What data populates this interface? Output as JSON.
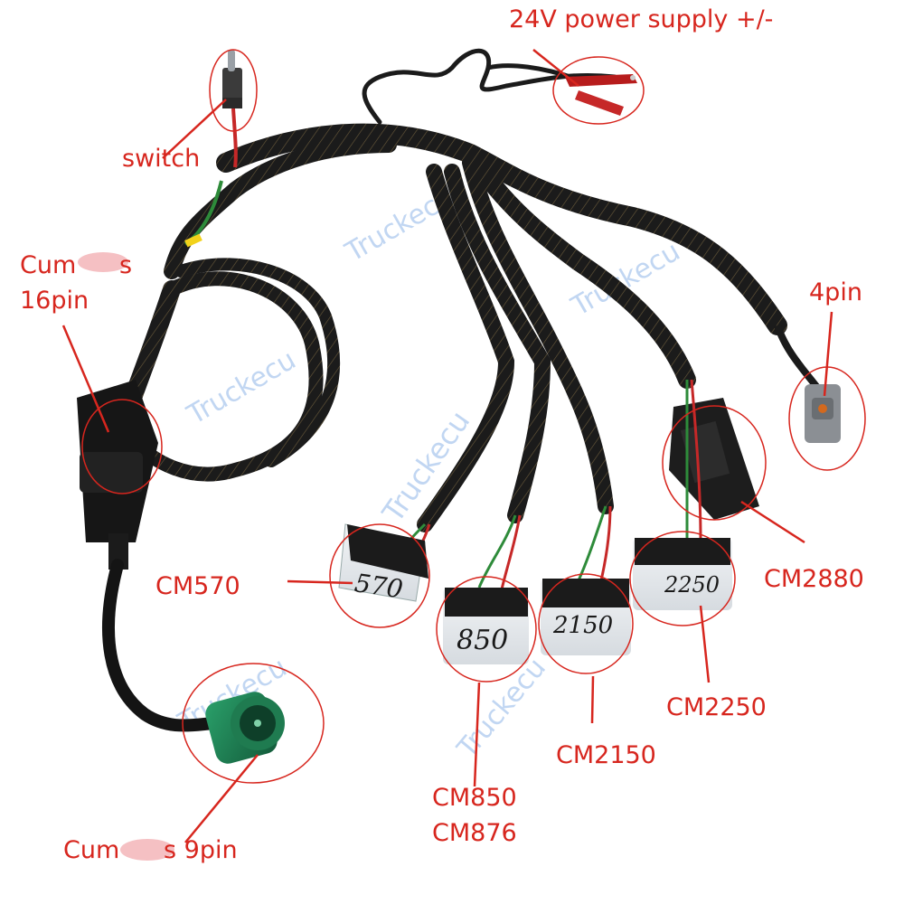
{
  "labels": {
    "power": "24V power supply +/-",
    "switch": "switch",
    "cummins16_line1": "Cum",
    "cummins16_line1b": "s",
    "cummins16_line2": "16pin",
    "pin4": "4pin",
    "cm570": "CM570",
    "cm2880": "CM2880",
    "cm2250": "CM2250",
    "cm2150": "CM2150",
    "cm850": "CM850",
    "cm876": "CM876",
    "cummins9": "Cum",
    "cummins9b": "s 9pin"
  },
  "handwritten": {
    "c570": "570",
    "c850": "850",
    "c2150": "2150",
    "c2250": "2250"
  },
  "watermark": "Truckecu",
  "colors": {
    "annotation": "#d7261e",
    "cable": "#1b1b1b",
    "connector_green": "#1f8a5a"
  }
}
